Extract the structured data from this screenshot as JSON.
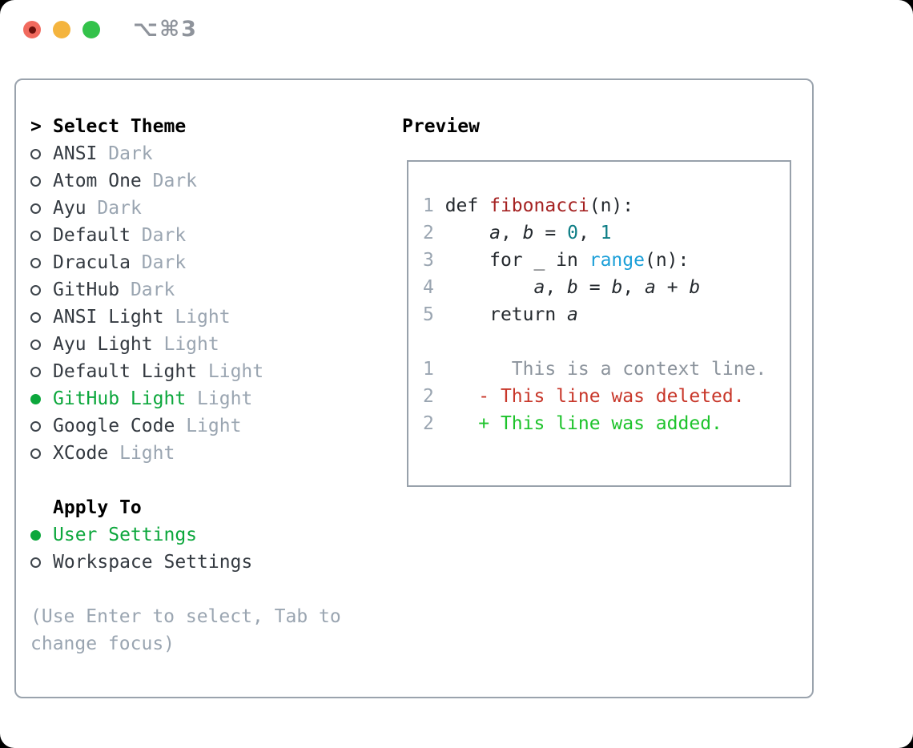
{
  "window": {
    "title": "⌥⌘3",
    "traffic_lights": [
      {
        "name": "close",
        "color": "#f16a5e",
        "dot_color": "#6b100b"
      },
      {
        "name": "minimize",
        "color": "#f4b43e"
      },
      {
        "name": "zoom",
        "color": "#33c24a"
      }
    ]
  },
  "theme_panel": {
    "header_marker": ">",
    "header": "Select Theme",
    "themes": [
      {
        "name": "ANSI",
        "tag": "Dark",
        "selected": false
      },
      {
        "name": "Atom One",
        "tag": "Dark",
        "selected": false
      },
      {
        "name": "Ayu",
        "tag": "Dark",
        "selected": false
      },
      {
        "name": "Default",
        "tag": "Dark",
        "selected": false
      },
      {
        "name": "Dracula",
        "tag": "Dark",
        "selected": false
      },
      {
        "name": "GitHub",
        "tag": "Dark",
        "selected": false
      },
      {
        "name": "ANSI Light",
        "tag": "Light",
        "selected": false
      },
      {
        "name": "Ayu Light",
        "tag": "Light",
        "selected": false
      },
      {
        "name": "Default Light",
        "tag": "Light",
        "selected": false
      },
      {
        "name": "GitHub Light",
        "tag": "Light",
        "selected": true
      },
      {
        "name": "Google Code",
        "tag": "Light",
        "selected": false
      },
      {
        "name": "XCode",
        "tag": "Light",
        "selected": false
      }
    ],
    "apply_to": {
      "header": "Apply To",
      "options": [
        {
          "name": "User Settings",
          "selected": true
        },
        {
          "name": "Workspace Settings",
          "selected": false
        }
      ]
    },
    "hint_lines": [
      "(Use Enter to select, Tab to",
      "change focus)"
    ],
    "hint_full": "(Use Enter to select, Tab to change focus)"
  },
  "preview": {
    "header": "Preview",
    "lines": [
      {
        "num": "1",
        "segments": [
          {
            "t": " def ",
            "c": "plain"
          },
          {
            "t": "fibonacci",
            "c": "func"
          },
          {
            "t": "(n):",
            "c": "plain"
          }
        ]
      },
      {
        "num": "2",
        "segments": [
          {
            "t": "     ",
            "c": "plain"
          },
          {
            "t": "a",
            "c": "var"
          },
          {
            "t": ", ",
            "c": "plain"
          },
          {
            "t": "b",
            "c": "var"
          },
          {
            "t": " = ",
            "c": "plain"
          },
          {
            "t": "0",
            "c": "num"
          },
          {
            "t": ", ",
            "c": "plain"
          },
          {
            "t": "1",
            "c": "num"
          }
        ]
      },
      {
        "num": "3",
        "segments": [
          {
            "t": "     for _ in ",
            "c": "plain"
          },
          {
            "t": "range",
            "c": "builtin"
          },
          {
            "t": "(n):",
            "c": "plain"
          }
        ]
      },
      {
        "num": "4",
        "segments": [
          {
            "t": "         ",
            "c": "plain"
          },
          {
            "t": "a",
            "c": "var"
          },
          {
            "t": ", ",
            "c": "plain"
          },
          {
            "t": "b",
            "c": "var"
          },
          {
            "t": " = ",
            "c": "plain"
          },
          {
            "t": "b",
            "c": "var"
          },
          {
            "t": ", ",
            "c": "plain"
          },
          {
            "t": "a",
            "c": "var"
          },
          {
            "t": " + ",
            "c": "plain"
          },
          {
            "t": "b",
            "c": "var"
          }
        ]
      },
      {
        "num": "5",
        "segments": [
          {
            "t": "     return ",
            "c": "plain"
          },
          {
            "t": "a",
            "c": "var"
          }
        ]
      },
      {
        "num": "",
        "segments": []
      },
      {
        "num": "1",
        "segments": [
          {
            "t": "       This is a context line.",
            "c": "context"
          }
        ]
      },
      {
        "num": "2",
        "segments": [
          {
            "t": "    ",
            "c": "plain"
          },
          {
            "t": "- This line was deleted.",
            "c": "deleted"
          }
        ]
      },
      {
        "num": "2",
        "segments": [
          {
            "t": "    ",
            "c": "plain"
          },
          {
            "t": "+ This line was added.",
            "c": "added"
          }
        ]
      }
    ]
  },
  "colors": {
    "selected_green": "#0ca73c",
    "added_green": "#1dc32b",
    "deleted_red": "#c8372a",
    "function_red": "#a52222",
    "number_teal": "#0d7d85",
    "builtin_blue": "#1b9fd8",
    "muted_gray": "#9aa5b1",
    "context_gray": "#8b939c",
    "text_charcoal": "#343a41",
    "panel_border": "#9aa3ad"
  }
}
